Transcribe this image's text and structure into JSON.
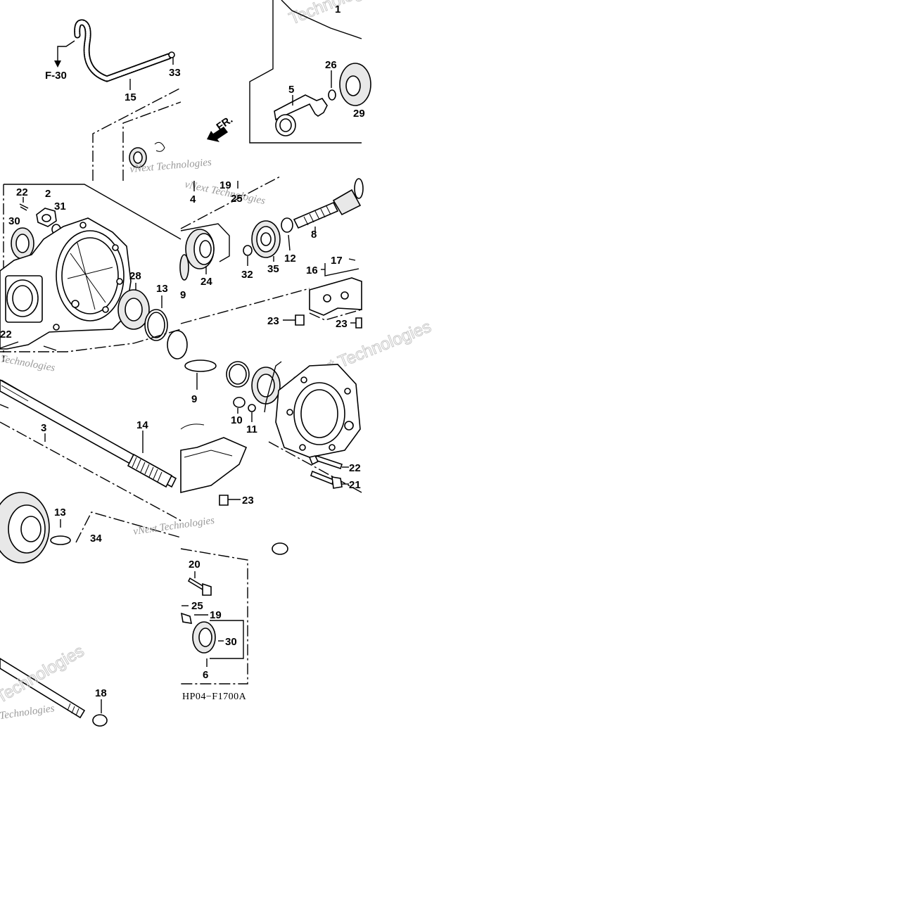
{
  "diagram": {
    "code": "HP04−F1700A",
    "ref_arrow": "F-30",
    "direction_arrow": "FR.",
    "watermarks": [
      "vNext Technologies",
      "Technologies",
      "Technologies",
      "vNext Technologies",
      "vNext Technologies",
      "vNext Technologies",
      "Technologies",
      "Technologies"
    ],
    "parts": {
      "p1": "1",
      "p2": "2",
      "p3": "3",
      "p4": "4",
      "p5": "5",
      "p6": "6",
      "p8": "8",
      "p9": "9",
      "p9b": "9",
      "p10": "10",
      "p11": "11",
      "p12": "12",
      "p13": "13",
      "p13b": "13",
      "p14": "14",
      "p15": "15",
      "p16": "16",
      "p17": "17",
      "p18": "18",
      "p19": "19",
      "p19b": "19",
      "p20": "20",
      "p21": "21",
      "p22": "22",
      "p22b": "22",
      "p22c": "22",
      "p23": "23",
      "p23b": "23",
      "p23c": "23",
      "p24": "24",
      "p25": "25",
      "p25b": "25",
      "p26": "26",
      "p28": "28",
      "p29": "29",
      "p30": "30",
      "p30b": "30",
      "p31": "31",
      "p32": "32",
      "p33": "33",
      "p34": "34",
      "p35": "35"
    }
  }
}
